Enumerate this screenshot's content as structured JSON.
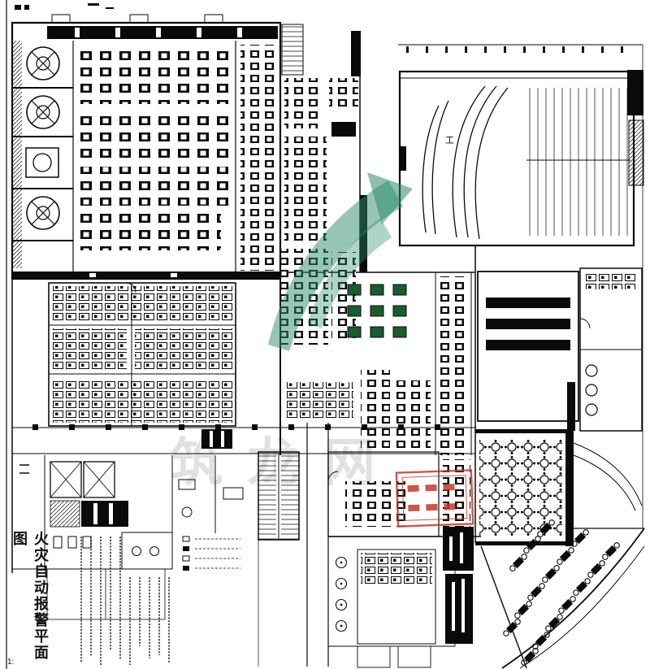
{
  "title_block": {
    "title": "火灾自动报警平面图",
    "scale_note": "1:"
  },
  "watermark": {
    "site_name": "筑龙网",
    "logo_color": "#2e8b6e"
  },
  "theater": {
    "column_mark": "工"
  },
  "stamp": {
    "color": "#c43a2a"
  },
  "colors": {
    "ink": "#0a0a0a",
    "green_table": "#1a5c2e"
  }
}
